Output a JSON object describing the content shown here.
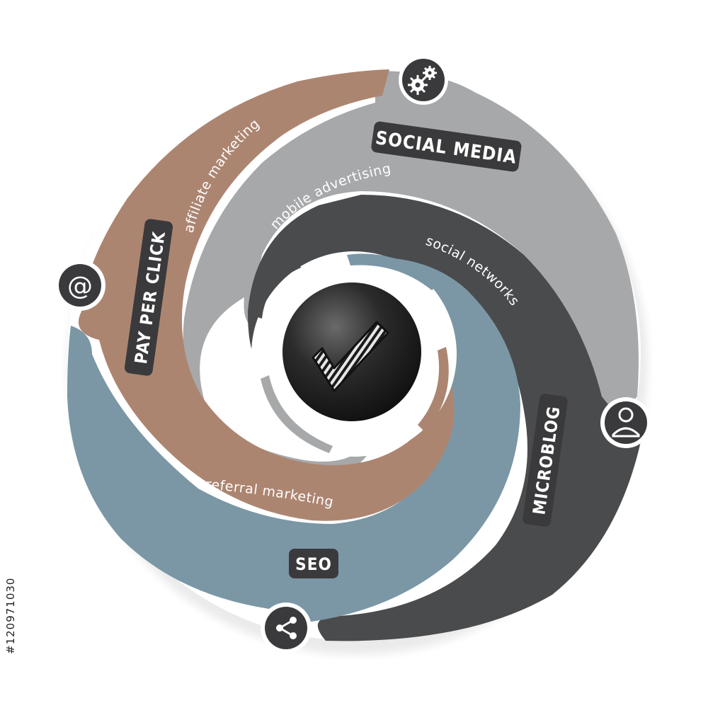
{
  "diagram": {
    "center_icon": "checkmark-icon",
    "segments": [
      {
        "id": "social-media",
        "title": "SOCIAL MEDIA",
        "subtitle": "mobile advertising",
        "icon": "gears-icon",
        "color": "#a7a8aa"
      },
      {
        "id": "microblog",
        "title": "MICROBLOG",
        "subtitle": "social networks",
        "icon": "user-icon",
        "color": "#4a4b4d"
      },
      {
        "id": "seo",
        "title": "SEO",
        "subtitle": "referral marketing",
        "icon": "share-icon",
        "color": "#7b97a6"
      },
      {
        "id": "pay-per-click",
        "title": "PAY PER CLICK",
        "subtitle": "affiliate marketing",
        "icon": "at-sign-icon",
        "color": "#ac8571"
      }
    ]
  },
  "stock_id": "#120971030"
}
